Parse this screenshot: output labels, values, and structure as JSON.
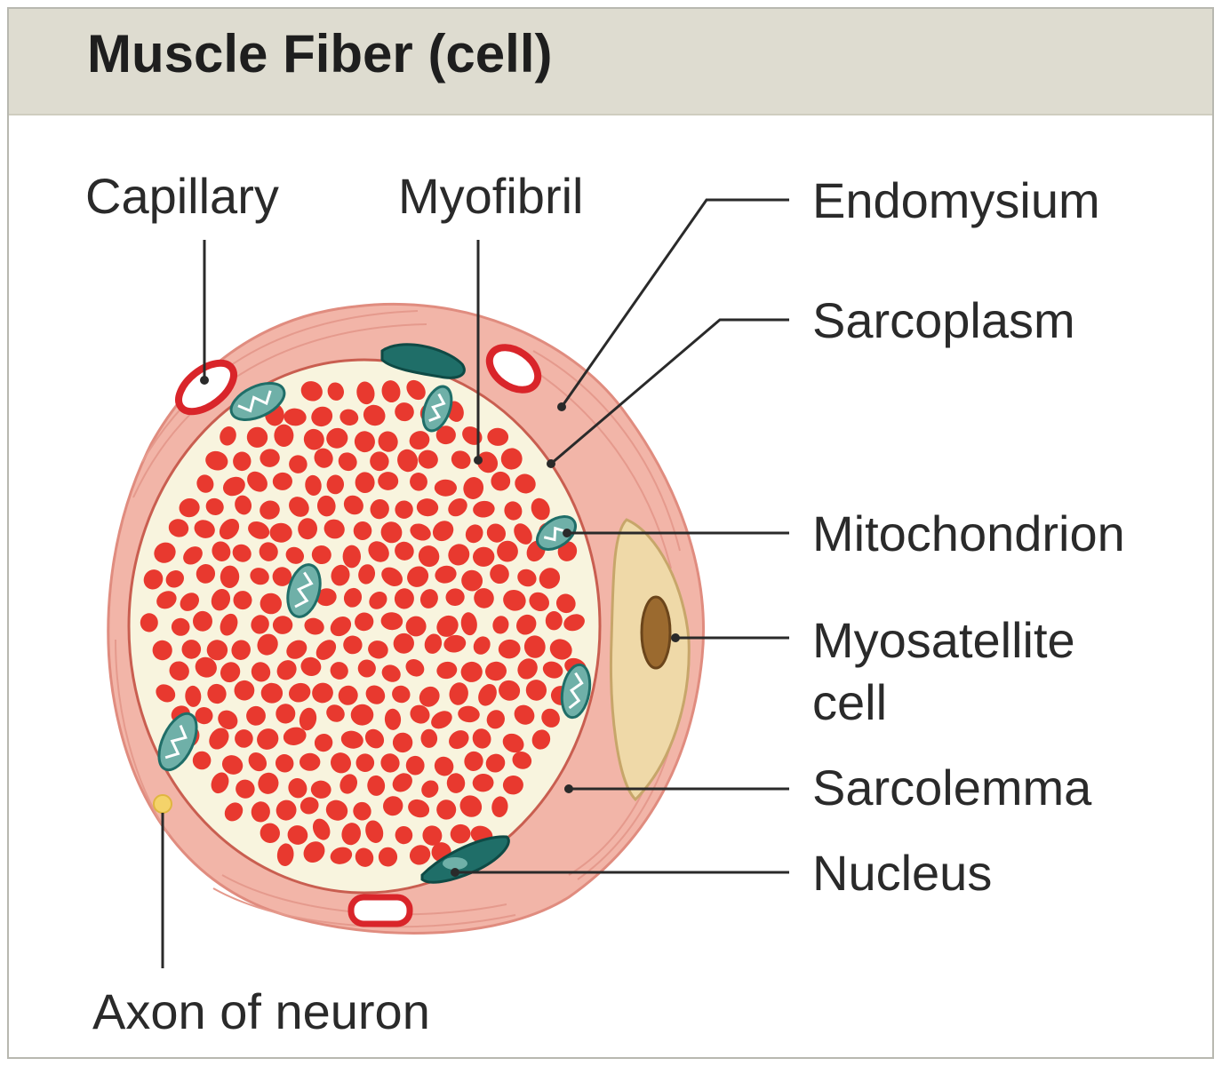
{
  "title": "Muscle Fiber (cell)",
  "labels": {
    "capillary": "Capillary",
    "myofibril": "Myofibril",
    "endomysium": "Endomysium",
    "sarcoplasm": "Sarcoplasm",
    "mitochondrion": "Mitochondrion",
    "myosatellite_line1": "Myosatellite",
    "myosatellite_line2": "cell",
    "sarcolemma": "Sarcolemma",
    "nucleus": "Nucleus",
    "axon": "Axon of neuron"
  },
  "colors": {
    "header": "#dedcd0",
    "endomysium": "#f2b5a8",
    "endomysium_line": "#e08c7f",
    "sarcoplasm": "#f8f4de",
    "myofibril": "#e8392f",
    "nucleus": "#1f6e68",
    "mitochondrion": "#6fb0a8",
    "capillary": "#d9252a",
    "myosatellite": "#efd9a8",
    "myosatellite_nucleus": "#9b6a2f",
    "axon": "#f4d36a",
    "leader_line": "#2a2a2a"
  }
}
